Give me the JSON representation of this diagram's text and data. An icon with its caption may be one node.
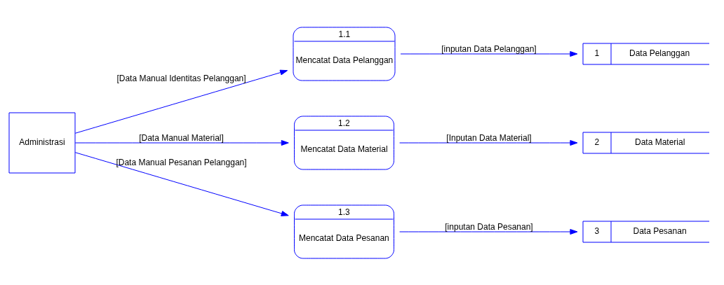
{
  "diagram": {
    "nodes": [
      {
        "text": [
          "Administrasi"
        ]
      },
      {
        "text": [
          "1.1",
          "Mencatat Data Pelanggan"
        ]
      },
      {
        "text": [
          "1.2",
          "Mencatat Data Material"
        ]
      },
      {
        "text": [
          "1.3",
          "Mencatat Data Pesanan"
        ]
      },
      {
        "text": [
          "1",
          "Data Pelanggan"
        ]
      },
      {
        "text": [
          "2",
          "Data Material"
        ]
      },
      {
        "text": [
          "3",
          "Data Pesanan"
        ]
      }
    ],
    "edges": [
      {
        "from": 0,
        "to": 1,
        "arrow": "to",
        "label": "[Data Manual Identitas Pelanggan]"
      },
      {
        "from": 0,
        "to": 2,
        "arrow": "to",
        "label": "[Data Manual Material]"
      },
      {
        "from": 0,
        "to": 3,
        "arrow": "to",
        "label": "[Data Manual Pesanan Pelanggan]"
      },
      {
        "from": 1,
        "to": 4,
        "arrow": "to",
        "label": "[inputan Data Pelanggan]"
      },
      {
        "from": 2,
        "to": 5,
        "arrow": "to",
        "label": "[Inputan Data Material]"
      },
      {
        "from": 3,
        "to": 6,
        "arrow": "to",
        "label": "[inputan Data Pesanan]"
      }
    ]
  }
}
